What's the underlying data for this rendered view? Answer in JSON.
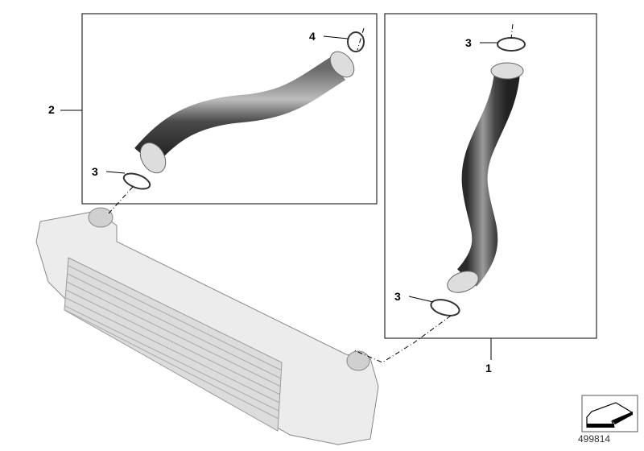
{
  "callouts": {
    "part_1": "1",
    "part_2": "2",
    "part_3_top_right": "3",
    "part_3_left": "3",
    "part_3_bottom_right": "3",
    "part_4": "4"
  },
  "document_number": "499814",
  "colors": {
    "hose": "#3a3a3a",
    "line": "#000000",
    "cooler": "#e4e4e4"
  }
}
